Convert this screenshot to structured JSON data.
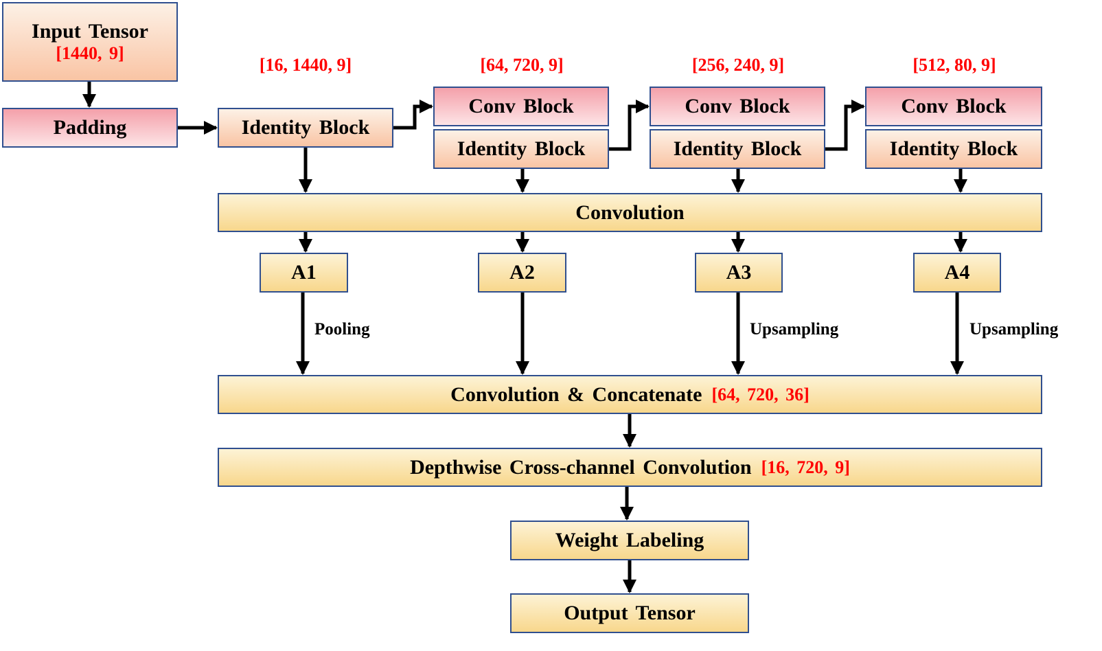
{
  "input": {
    "title": "Input Tensor",
    "shape": "[1440, 9]"
  },
  "padding": {
    "label": "Padding"
  },
  "stages": [
    {
      "shape": "[16, 1440, 9]",
      "identity_label": "Identity Block"
    },
    {
      "shape": "[64, 720, 9]",
      "conv_label": "Conv Block",
      "identity_label": "Identity Block"
    },
    {
      "shape": "[256, 240, 9]",
      "conv_label": "Conv Block",
      "identity_label": "Identity Block"
    },
    {
      "shape": "[512, 80, 9]",
      "conv_label": "Conv Block",
      "identity_label": "Identity Block"
    }
  ],
  "convolution": {
    "label": "Convolution"
  },
  "branches": [
    {
      "label": "A1",
      "op": "Pooling"
    },
    {
      "label": "A2",
      "op": ""
    },
    {
      "label": "A3",
      "op": "Upsampling"
    },
    {
      "label": "A4",
      "op": "Upsampling"
    }
  ],
  "concat": {
    "label": "Convolution & Concatenate",
    "shape": "[64, 720, 36]"
  },
  "depthwise": {
    "label": "Depthwise Cross-channel Convolution",
    "shape": "[16, 720, 9]"
  },
  "weight": {
    "label": "Weight Labeling"
  },
  "output": {
    "label": "Output Tensor"
  },
  "colors": {
    "border": "#2f4f8f",
    "orange_fill": "#f9c4a4",
    "pink_fill": "#f4a0aa",
    "yellow_fill": "#f8d78c",
    "dimension_text": "#ff0000",
    "arrow": "#000000"
  }
}
